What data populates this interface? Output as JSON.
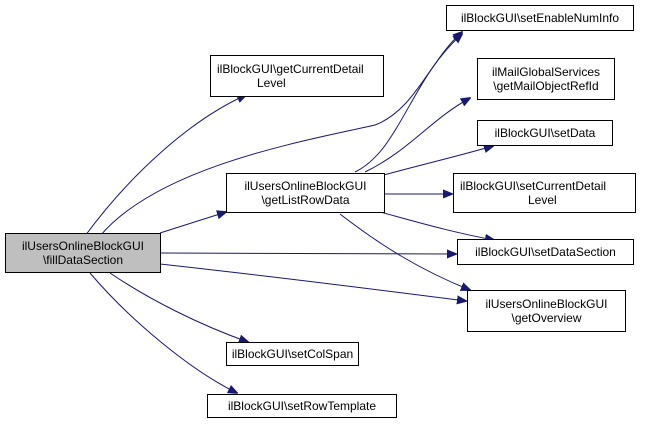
{
  "colors": {
    "edge": "#191970",
    "node_border": "#000000",
    "root_fill": "#bfbfbf",
    "node_fill": "#ffffff"
  },
  "nodes": {
    "fill_data_section": {
      "line1": "ilUsersOnlineBlockGUI",
      "line2": "\\fillDataSection"
    },
    "get_current_detail_level": {
      "line1": "ilBlockGUI\\getCurrentDetail",
      "line2": "Level"
    },
    "get_list_row_data": {
      "line1": "ilUsersOnlineBlockGUI",
      "line2": "\\getListRowData"
    },
    "set_col_span": {
      "line1": "ilBlockGUI\\setColSpan"
    },
    "set_row_template": {
      "line1": "ilBlockGUI\\setRowTemplate"
    },
    "set_enable_num_info": {
      "line1": "ilBlockGUI\\setEnableNumInfo"
    },
    "get_mail_object_ref_id": {
      "line1": "ilMailGlobalServices",
      "line2": "\\getMailObjectRefId"
    },
    "set_data": {
      "line1": "ilBlockGUI\\setData"
    },
    "set_current_detail_level": {
      "line1": "ilBlockGUI\\setCurrentDetail",
      "line2": "Level"
    },
    "set_data_section": {
      "line1": "ilBlockGUI\\setDataSection"
    },
    "get_overview": {
      "line1": "ilUsersOnlineBlockGUI",
      "line2": "\\getOverview"
    }
  }
}
